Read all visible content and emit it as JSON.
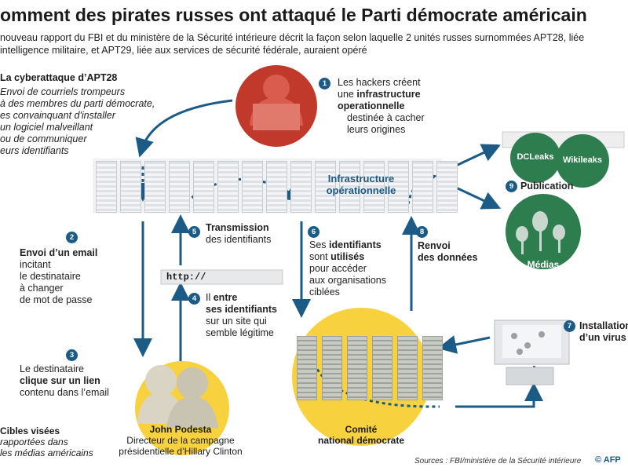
{
  "title": "omment des pirates russes ont attaqué le Parti démocrate américain",
  "subtitle_line1": "nouveau rapport du FBI et du ministère de la Sécurité intérieure décrit la façon selon laquelle 2 unités russes surnommées APT28, liée",
  "subtitle_line2": "intelligence militaire, et APT29, liée aux services de sécurité fédérale, auraient opéré",
  "attack": {
    "heading": "La cyberattaque d’APT28",
    "desc": [
      "Envoi de courriels trompeurs",
      "à des membres du parti démocrate,",
      "es convainquant d'installer",
      "un logiciel malveillant",
      "ou de communiquer",
      "eurs identifiants"
    ]
  },
  "steps": {
    "s1": {
      "num": "1",
      "l1": "Les hackers créent",
      "l2_pre": "une ",
      "l2_bold": "infrastructure",
      "l3_bold": "operationnelle",
      "l4": "destinée à cacher",
      "l5": "leurs origines"
    },
    "s2": {
      "num": "2",
      "bold": "Envoi d’un email",
      "l2": "incitant",
      "l3": "le destinataire",
      "l4": "à changer",
      "l5": "de mot de passe"
    },
    "s3": {
      "num": "3",
      "l1": "Le destinataire",
      "bold": "clique sur un lien",
      "l3": "contenu dans l’email"
    },
    "s4": {
      "num": "4",
      "l1_pre": "Il ",
      "l1_bold": "entre",
      "l2_bold": "ses identifiants",
      "l3": "sur un site qui",
      "l4": "semble légitime"
    },
    "s5": {
      "num": "5",
      "bold": "Transmission",
      "l2": "des identifiants"
    },
    "s6": {
      "num": "6",
      "l1": "Ses ",
      "l1_bold": "identifiants",
      "l2": "sont ",
      "l2_bold": "utilisés",
      "l3": "pour accéder",
      "l4": "aux organisations",
      "l5": "ciblées"
    },
    "s7": {
      "num": "7",
      "bold1": "Installation",
      "bold2": "d’un virus"
    },
    "s8": {
      "num": "8",
      "bold1": "Renvoi",
      "bold2": "des données"
    },
    "s9": {
      "num": "9",
      "bold": "Publication"
    }
  },
  "infra_label_1": "Infrastructure",
  "infra_label_2": "opérationnelle",
  "url_text": "http://",
  "dcleaks": "DCLeaks",
  "wikileaks": "Wikileaks",
  "medias": "Médias",
  "podesta_name": "John Podesta",
  "podesta_role_1": "Directeur de la campagne",
  "podesta_role_2": "présidentielle d’Hillary Clinton",
  "dnc_1": "Comité",
  "dnc_2": "national démocrate",
  "targets_heading": "Cibles visées",
  "targets_l1": "rapportées dans",
  "targets_l2": "les médias américains",
  "source": "Sources : FBI/ministère de la Sécurité intérieure",
  "logo": "© AFP",
  "colors": {
    "navy": "#1b5b85",
    "red": "#c0392b",
    "green": "#2e7d4f",
    "yellow": "#f7d23e"
  }
}
